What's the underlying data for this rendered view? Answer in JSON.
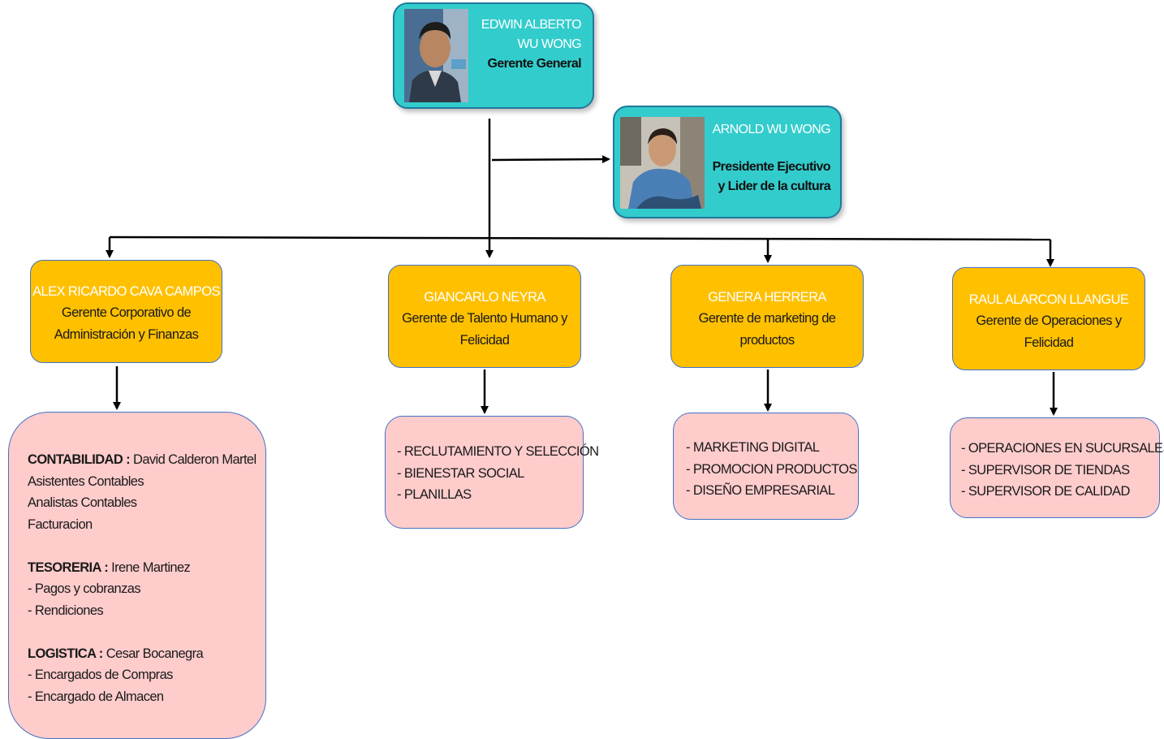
{
  "colors": {
    "exec_fill": "#33cccc",
    "manager_fill": "#ffc000",
    "area_fill": "#ffcccc",
    "border": "#4472c4",
    "line": "#000000"
  },
  "general_manager": {
    "name_line1": "EDWIN ALBERTO",
    "name_line2": "WU WONG",
    "title": "Gerente General",
    "photo_icon": "person-photo"
  },
  "president": {
    "name": "ARNOLD WU WONG",
    "title_line1": "Presidente Ejecutivo",
    "title_line2": "y Lider de la cultura",
    "photo_icon": "person-photo"
  },
  "managers": [
    {
      "name": "ALEX RICARDO CAVA CAMPOS",
      "role_line1": "Gerente Corporativo de",
      "role_line2": "Administración y Finanzas"
    },
    {
      "name": "GIANCARLO NEYRA",
      "role_line1": "Gerente de Talento Humano y",
      "role_line2": "Felicidad"
    },
    {
      "name": "GENERA HERRERA",
      "role_line1": "Gerente de marketing de",
      "role_line2": "productos"
    },
    {
      "name": "RAUL ALARCON LLANGUE",
      "role_line1": "Gerente de Operaciones y",
      "role_line2": "Felicidad"
    }
  ],
  "finance_areas": {
    "contabilidad": {
      "label": "CONTABILIDAD :",
      "head": "David Calderon Martel",
      "items": [
        "Asistentes Contables",
        "Analistas Contables",
        "Facturacion"
      ]
    },
    "tesoreria": {
      "label": "TESORERIA :",
      "head": "Irene Martinez",
      "items": [
        "- Pagos y cobranzas",
        "- Rendiciones"
      ]
    },
    "logistica": {
      "label": "LOGISTICA :",
      "head": "Cesar Bocanegra",
      "items": [
        "- Encargados de Compras",
        "- Encargado de Almacen"
      ]
    }
  },
  "talent_areas": [
    "- RECLUTAMIENTO Y SELECCIÓN",
    "- BIENESTAR SOCIAL",
    "- PLANILLAS"
  ],
  "marketing_areas": [
    "- MARKETING DIGITAL",
    "- PROMOCION PRODUCTOS",
    "- DISEÑO EMPRESARIAL"
  ],
  "operations_areas": [
    "- OPERACIONES EN SUCURSALES  -",
    "- SUPERVISOR DE TIENDAS",
    "- SUPERVISOR DE CALIDAD"
  ]
}
